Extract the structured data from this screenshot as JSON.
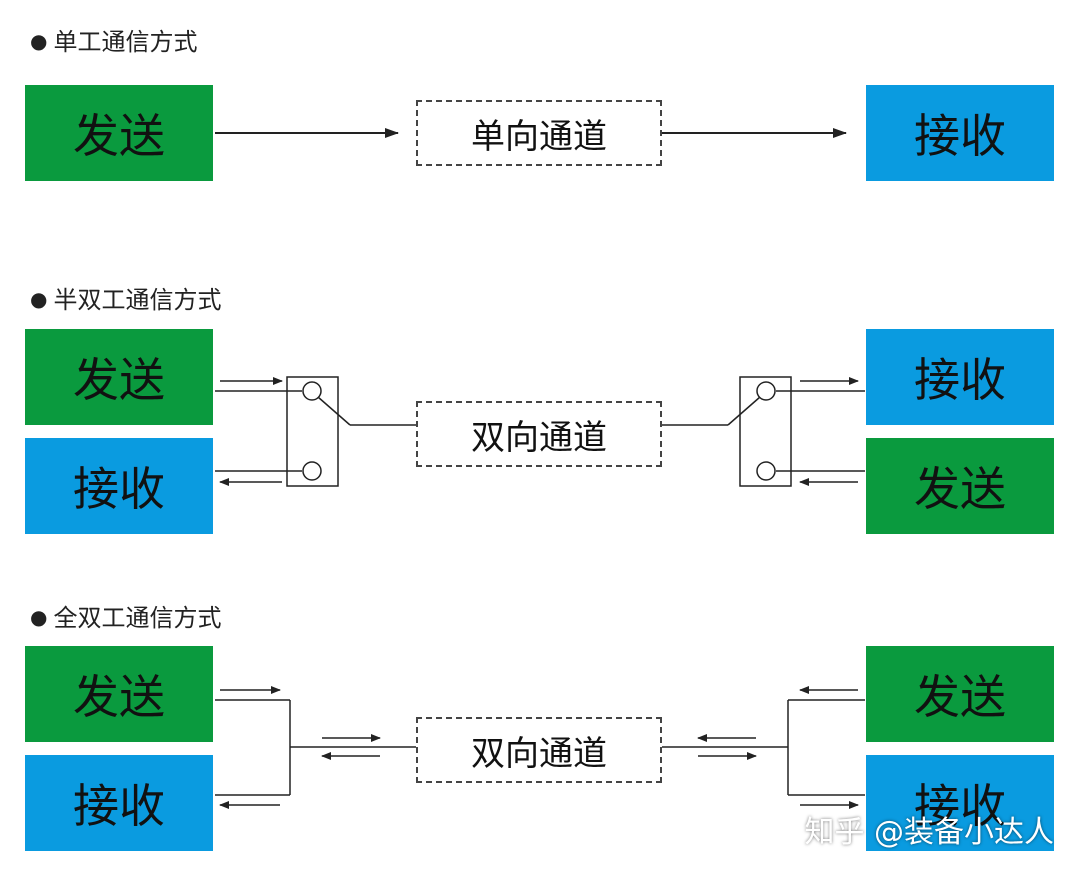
{
  "sections": {
    "simplex": {
      "title": "单工通信方式",
      "sender": "发送",
      "receiver": "接收",
      "channel": "单向通道"
    },
    "half_duplex": {
      "title": "半双工通信方式",
      "left_top": "发送",
      "left_bottom": "接收",
      "right_top": "接收",
      "right_bottom": "发送",
      "channel": "双向通道"
    },
    "full_duplex": {
      "title": "全双工通信方式",
      "left_top": "发送",
      "left_bottom": "接收",
      "right_top": "发送",
      "right_bottom": "接收",
      "channel": "双向通道"
    }
  },
  "bullet": "●",
  "watermark": "知乎 @装备小达人",
  "colors": {
    "send": "#0a9a3e",
    "receive": "#0a9be0",
    "line": "#222222"
  }
}
